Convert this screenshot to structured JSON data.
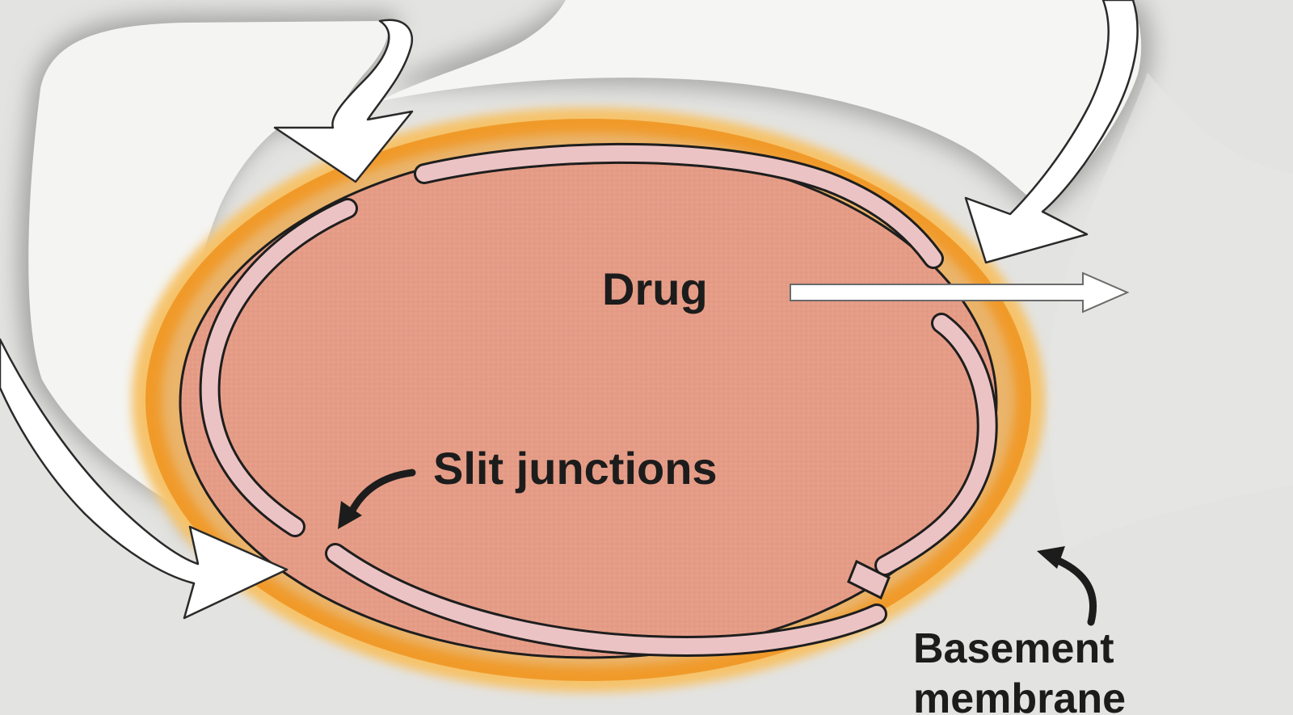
{
  "labels": {
    "drug": "Drug",
    "slit_junctions": "Slit junctions",
    "basement_line1": "Basement",
    "basement_line2": "membrane"
  },
  "colors": {
    "background": "#e3e3e1",
    "cell_shadow": "#9a9a98",
    "cell_fill": "#f5f5f3",
    "basement_membrane": "#f09a2a",
    "capillary_lumen": "#e59c86",
    "endothelial_cell": "#ecc3c4",
    "outline": "#1e1e1e",
    "arrow_fill": "#ffffff"
  }
}
